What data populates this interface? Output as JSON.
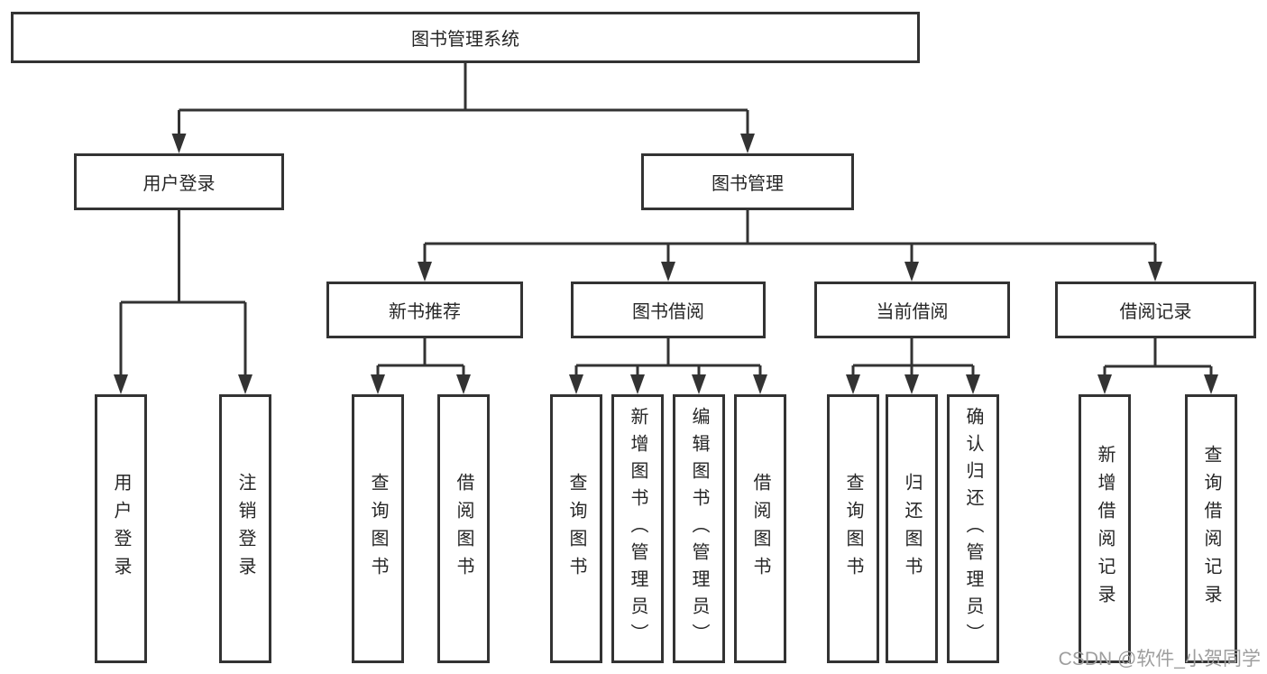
{
  "tree": {
    "root": {
      "label": "图书管理系统"
    },
    "children": [
      {
        "label": "用户登录",
        "children": [
          {
            "label": "用户登录"
          },
          {
            "label": "注销登录"
          }
        ]
      },
      {
        "label": "图书管理",
        "children": [
          {
            "label": "新书推荐",
            "children": [
              {
                "label": "查询图书"
              },
              {
                "label": "借阅图书"
              }
            ]
          },
          {
            "label": "图书借阅",
            "children": [
              {
                "label": "查询图书"
              },
              {
                "label": "新增图书（管理员）"
              },
              {
                "label": "编辑图书（管理员）"
              },
              {
                "label": "借阅图书"
              }
            ]
          },
          {
            "label": "当前借阅",
            "children": [
              {
                "label": "查询图书"
              },
              {
                "label": "归还图书"
              },
              {
                "label": "确认归还（管理员）"
              }
            ]
          },
          {
            "label": "借阅记录",
            "children": [
              {
                "label": "新增借阅记录"
              },
              {
                "label": "查询借阅记录"
              }
            ]
          }
        ]
      }
    ]
  },
  "watermark": {
    "text": "CSDN @软件_小贺同学"
  },
  "colors": {
    "background": "#ffffff",
    "line": "#333333",
    "box_border": "#333333",
    "box_fill": "#ffffff",
    "text": "#262626",
    "watermark": "#9e9e9e"
  }
}
